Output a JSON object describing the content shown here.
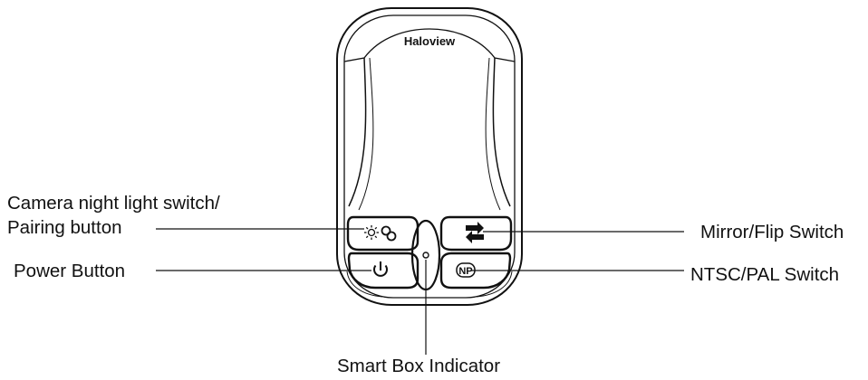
{
  "device": {
    "brand": "Haloview",
    "buttons": [
      {
        "name": "night-light-pairing",
        "icons": [
          "sun-icon",
          "link-icon"
        ]
      },
      {
        "name": "mirror-flip",
        "icons": [
          "swap-arrows-icon"
        ]
      },
      {
        "name": "power",
        "icons": [
          "power-icon"
        ]
      },
      {
        "name": "ntsc-pal",
        "icons": [
          "np-icon"
        ]
      }
    ],
    "indicator": "smart-box-indicator"
  },
  "labels": {
    "night_light_line1": "Camera night light switch/",
    "night_light_line2": "Pairing button",
    "power": "Power Button",
    "mirror_flip": "Mirror/Flip Switch",
    "ntsc_pal": "NTSC/PAL Switch",
    "smart_box": "Smart Box Indicator"
  }
}
